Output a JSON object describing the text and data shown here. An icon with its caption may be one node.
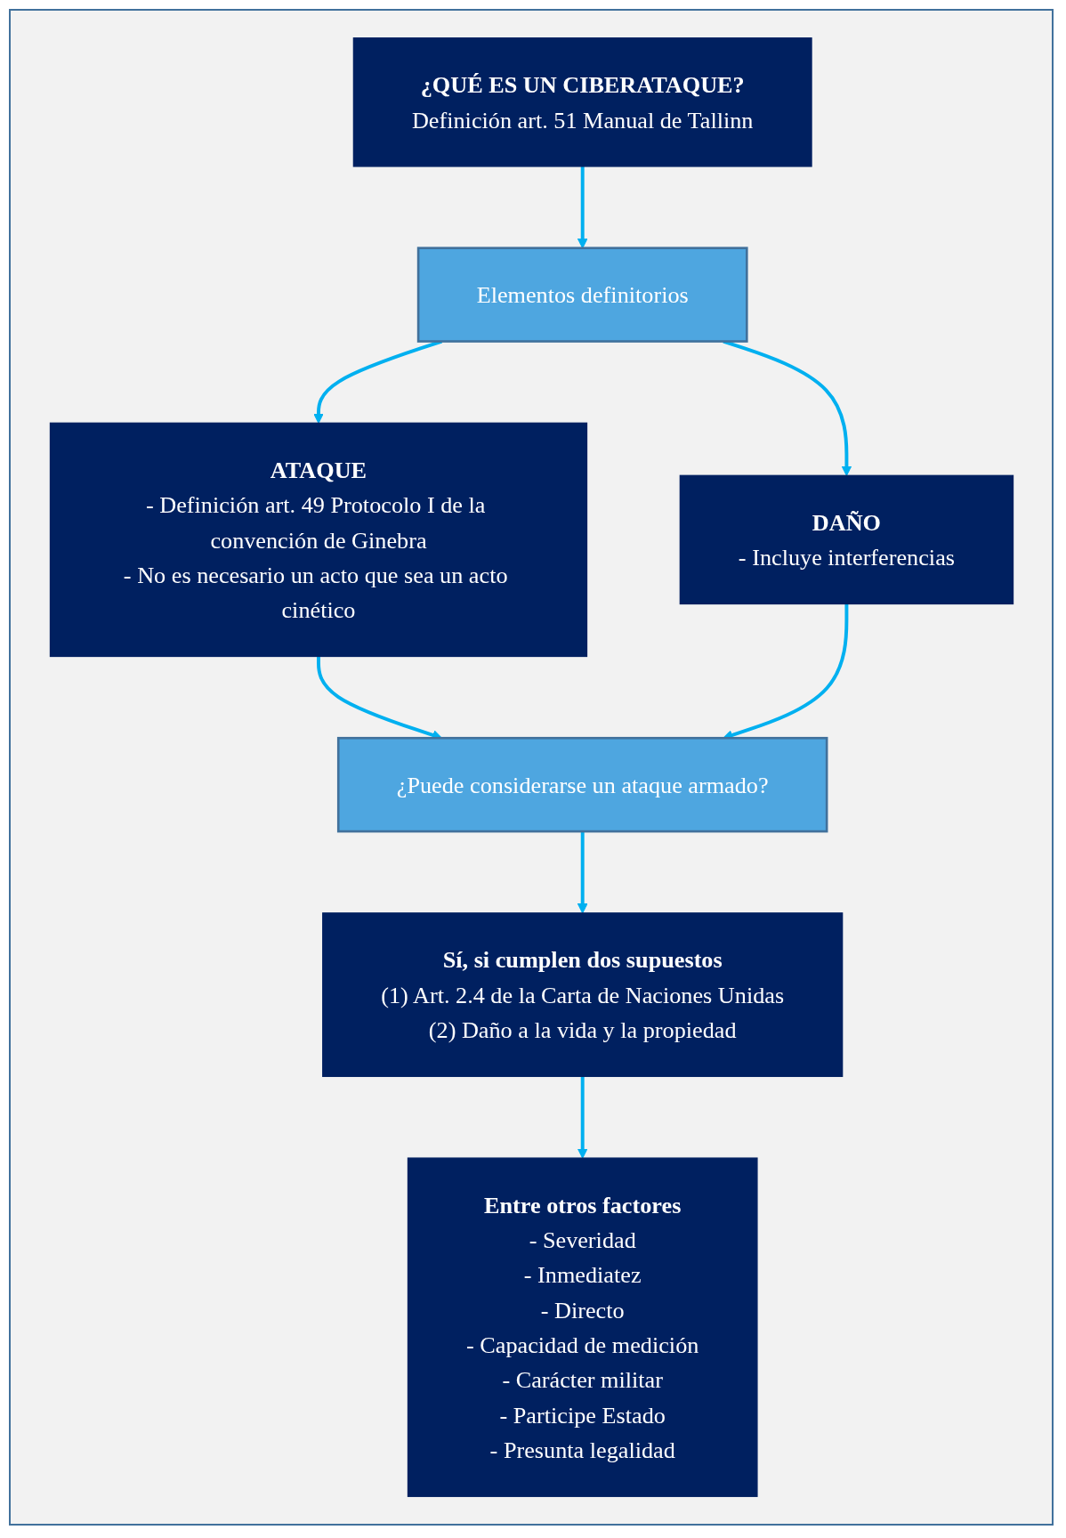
{
  "diagram": {
    "nodes": [
      {
        "text": [
          "¿QUÉ ES UN CIBERATAQUE?",
          "Definición art. 51 Manual de Tallinn"
        ]
      },
      {
        "text": [
          "Elementos definitorios"
        ]
      },
      {
        "text": [
          "ATAQUE",
          "- Definición art. 49 Protocolo I de la convención de Ginebra",
          "- No es necesario un acto que sea un acto cinético"
        ]
      },
      {
        "text": [
          "DAÑO",
          "- Incluye interferencias"
        ]
      },
      {
        "text": [
          "¿Puede considerarse un ataque armado?"
        ]
      },
      {
        "text": [
          "Sí, si cumplen dos supuestos",
          "(1) Art. 2.4 de la Carta de Naciones Unidas",
          "(2) Daño a la vida y la propiedad"
        ]
      },
      {
        "text": [
          "Entre otros factores",
          "- Severidad",
          "- Inmediatez",
          "- Directo",
          "- Capacidad de medición",
          "- Carácter militar",
          "- Participe Estado",
          "- Presunta legalidad"
        ]
      }
    ],
    "edges": [
      {
        "from": 0,
        "to": 1,
        "arrow": "to"
      },
      {
        "from": 1,
        "to": 2,
        "arrow": "to"
      },
      {
        "from": 1,
        "to": 3,
        "arrow": "to"
      },
      {
        "from": 2,
        "to": 4,
        "arrow": "to"
      },
      {
        "from": 3,
        "to": 4,
        "arrow": "to"
      },
      {
        "from": 4,
        "to": 5,
        "arrow": "to"
      },
      {
        "from": 5,
        "to": 6,
        "arrow": "to"
      }
    ]
  }
}
